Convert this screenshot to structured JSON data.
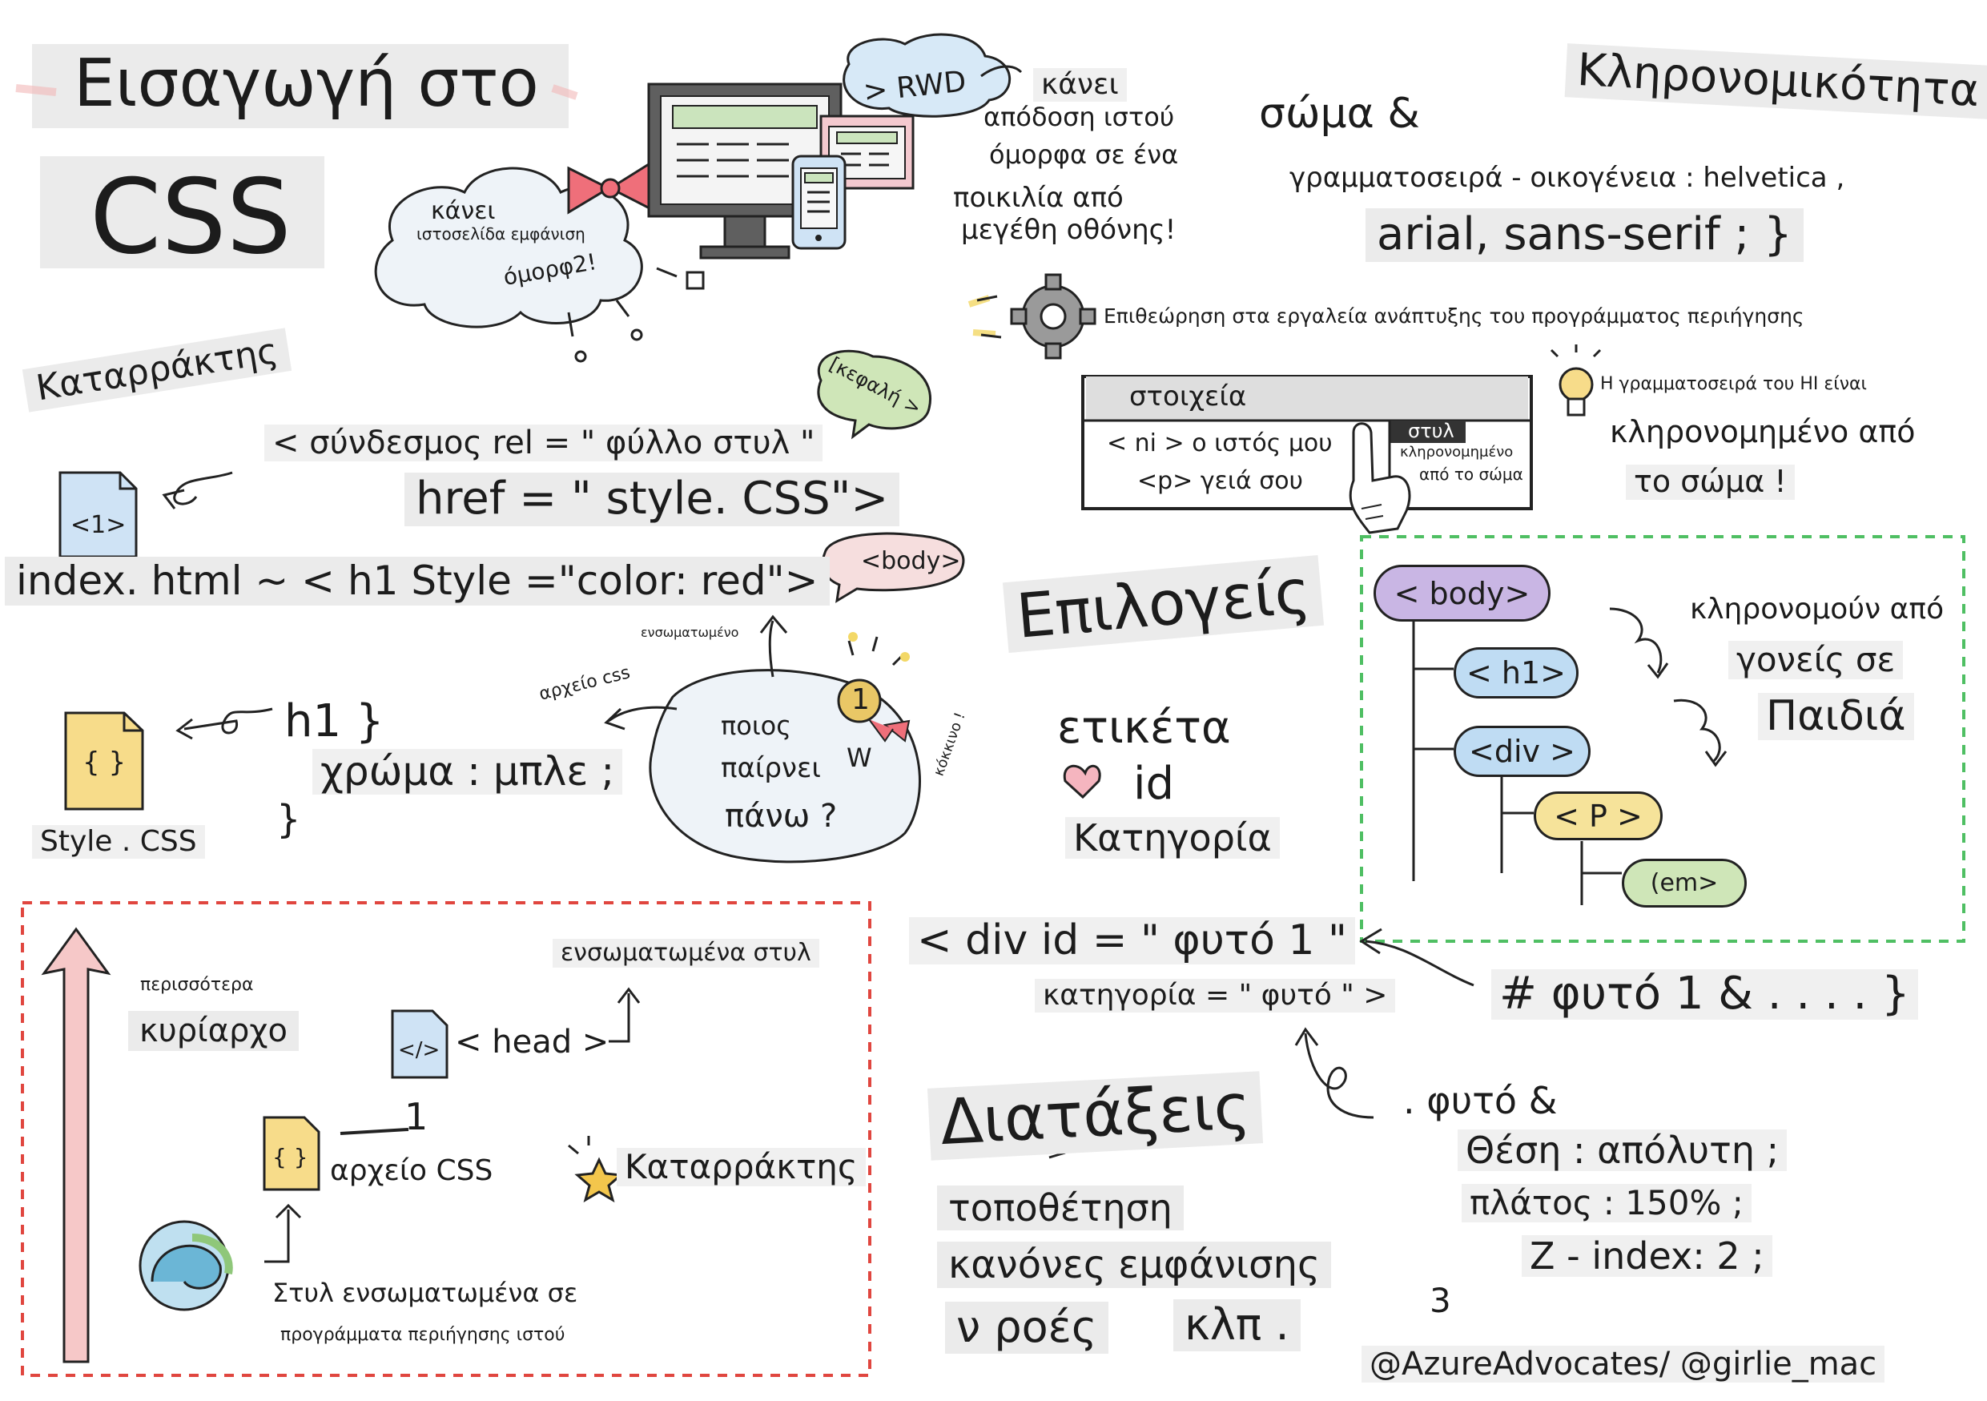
{
  "colors": {
    "red_dash": "#e0463f",
    "green_dash": "#4fbf63",
    "pink_arrow": "#f6c8c8",
    "yellow_doc": "#f7dc8a",
    "blue_doc": "#cfe3f5",
    "purple_pill": "#c9b6e4",
    "blue_pill": "#bfdcf3",
    "yellow_pill": "#f6e39a",
    "green_pill": "#cfe6b8"
  },
  "title": {
    "line1": "Εισαγωγή στο",
    "line2": "CSS"
  },
  "cloud": {
    "line1": "κάνει",
    "line2": "ιστοσελίδα εμφάνιση",
    "line3": "όμορφ2!"
  },
  "rwd": {
    "label": "> RWD",
    "desc1": "κάνει",
    "desc2": "απόδοση ιστού",
    "desc3": "όμορφα σε ένα",
    "desc4": "ποικιλία από",
    "desc5": "μεγέθη οθόνης!"
  },
  "inheritance": {
    "title": "Κληρονομικότητα",
    "line1": "σώμα &",
    "line2": "γραμματοσειρά - οικογένεια : helvetica ,",
    "line3": "arial, sans-serif ; }"
  },
  "devtools": {
    "title": "Επιθεώρηση στα εργαλεία ανάπτυξης του προγράμματος περιήγησης",
    "tab": "στοιχεία",
    "row1": "< ni > ο ιστός μου",
    "row2": "<p> γειά σου",
    "side_title": "στυλ",
    "side1": "κληρονομημένο",
    "side2": "από το σώμα"
  },
  "tip": {
    "line1": "Η γραμματοσειρά του HI είναι",
    "line2": "κληρονομημένο από",
    "line3": "το σώμα !"
  },
  "cascade": {
    "title": "Καταρράκτης",
    "head_bubble": "[κεφαλή >",
    "link1": "< σύνδεσμος rel = \" φύλλο στυλ \"",
    "link2": "href = \" style. CSS\">",
    "doc1": "<1>",
    "inline": "index. html ~ < h1 Style =\"color: red\">",
    "body_bubble": "<body>",
    "embedded": "ενσωματωμένο",
    "css_file_note": "αρχείο css",
    "who1": "ποιος",
    "who2": "παίρνει",
    "who3": "πάνω ?",
    "win_letter": "W",
    "red_note": "κόκκινο !",
    "rule1": "h1 }",
    "rule2": "χρώμα : μπλε ;",
    "rule3": "}",
    "style_doc_icon": "{ }",
    "style_doc_label": "Style . CSS"
  },
  "priority": {
    "more": "περισσότερα",
    "dominant": "κυρίαρχο",
    "embedded_styles": "ενσωματωμένα στυλ",
    "head": "< head >",
    "num": "1",
    "css_icon": "{ }",
    "css_file": "αρχείο CSS",
    "cascade": "Καταρράκτης",
    "browser1": "Στυλ ενσωματωμένα σε",
    "browser2": "προγράμματα περιήγησης ιστού",
    "head_icon": "</>"
  },
  "selectors": {
    "title": "Επιλογείς",
    "tag": "ετικέτα",
    "id": "id",
    "class": "Κατηγορία"
  },
  "tree": {
    "body": "< body>",
    "h1": "< h1>",
    "div": "<div >",
    "p": "< P >",
    "em": "(em>",
    "note1": "κληρονομούν από",
    "note2": "γονείς σε",
    "note3": "Παιδιά"
  },
  "div_example": {
    "line1": "< div id = \" φυτό 1 \"",
    "line2": "κατηγορία = \" φυτό \" >",
    "id_rule": "# φυτό 1 & . . . . }"
  },
  "layout": {
    "title": "Διατάξεις",
    "l1": "τοποθέτηση",
    "l2": "κανόνες εμφάνισης",
    "l3": "ν ροές",
    "l4": "κλπ ."
  },
  "class_rule": {
    "l1": ". φυτό &",
    "l2": "Θέση : απόλυτη ;",
    "l3": "πλάτος : 150% ;",
    "l4": "Z - index: 2 ;",
    "l5": "3"
  },
  "credit": "@AzureAdvocates/ @girlie_mac"
}
